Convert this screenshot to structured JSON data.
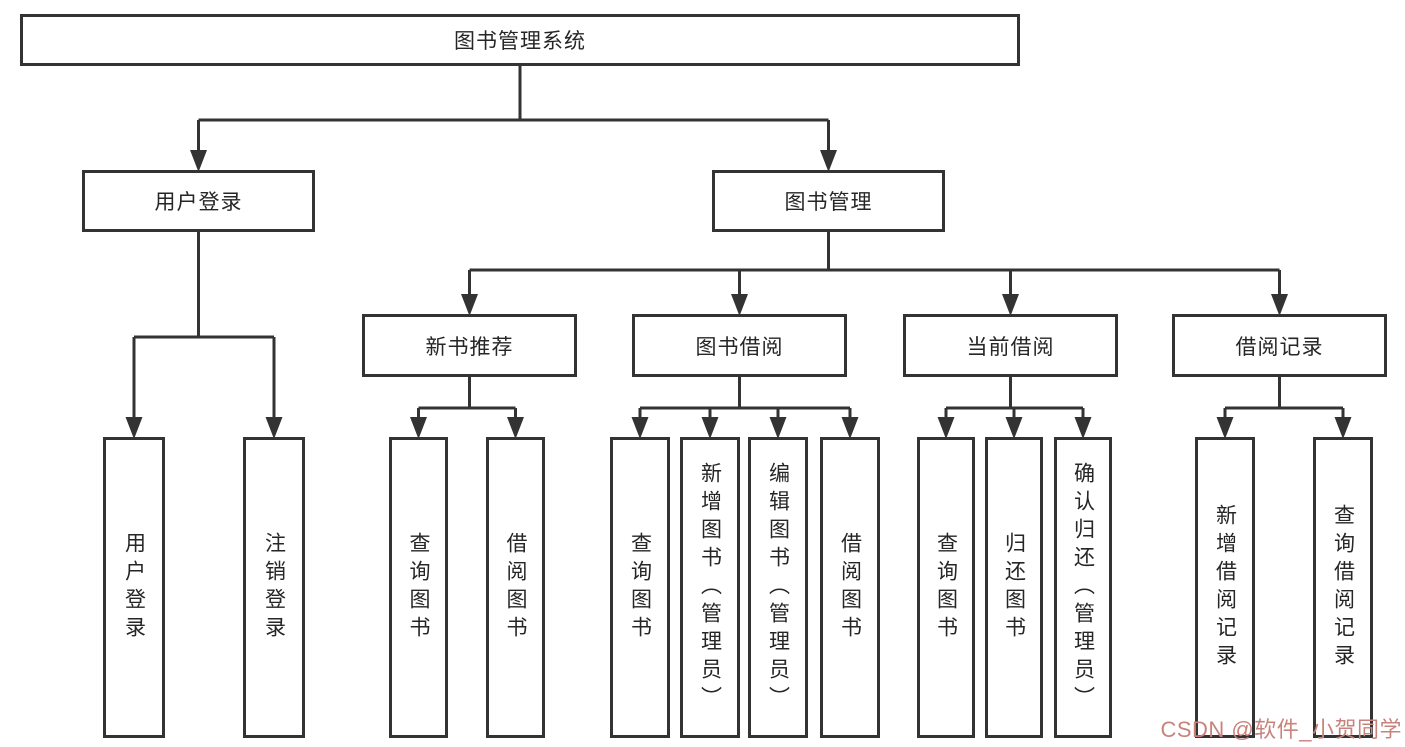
{
  "colors": {
    "background": "#ffffff",
    "line": "#333333",
    "box_border": "#333333",
    "box_text": "#262626",
    "watermark_text": "#c9837d"
  },
  "tree": {
    "label": "图书管理系统",
    "children": [
      {
        "label": "用户登录",
        "children": [
          {
            "label": "用户登录"
          },
          {
            "label": "注销登录"
          }
        ]
      },
      {
        "label": "图书管理",
        "children": [
          {
            "label": "新书推荐",
            "children": [
              {
                "label": "查询图书"
              },
              {
                "label": "借阅图书"
              }
            ]
          },
          {
            "label": "图书借阅",
            "children": [
              {
                "label": "查询图书"
              },
              {
                "label": "新增图书（管理员）"
              },
              {
                "label": "编辑图书（管理员）"
              },
              {
                "label": "借阅图书"
              }
            ]
          },
          {
            "label": "当前借阅",
            "children": [
              {
                "label": "查询图书"
              },
              {
                "label": "归还图书"
              },
              {
                "label": "确认归还（管理员）"
              }
            ]
          },
          {
            "label": "借阅记录",
            "children": [
              {
                "label": "新增借阅记录"
              },
              {
                "label": "查询借阅记录"
              }
            ]
          }
        ]
      }
    ]
  },
  "watermark": {
    "text": "CSDN @软件_小贺同学"
  }
}
